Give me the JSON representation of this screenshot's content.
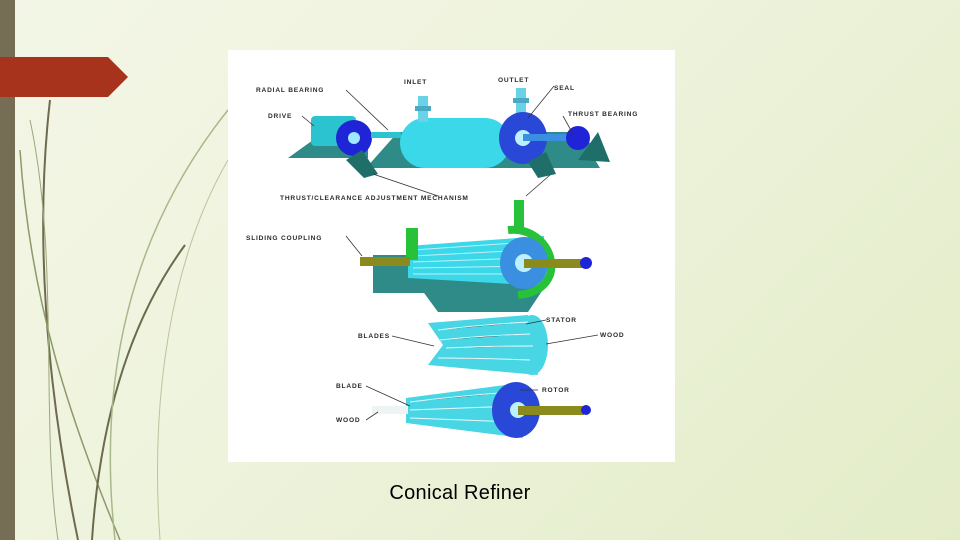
{
  "slide": {
    "accent_color": "#a8331c",
    "sidebar_color": "#766d55",
    "caption": "Conical Refiner"
  },
  "diagram": {
    "labels": {
      "radial_bearing": "RADIAL BEARING",
      "inlet": "INLET",
      "outlet": "OUTLET",
      "seal": "SEAL",
      "drive": "DRIVE",
      "thrust_bearing": "THRUST BEARING",
      "thrust_clearance": "THRUST/CLEARANCE ADJUSTMENT MECHANISM",
      "sliding_coupling": "SLIDING COUPLING",
      "stator": "STATOR",
      "blades": "BLADES",
      "wood_top": "WOOD",
      "blade": "BLADE",
      "rotor": "ROTOR",
      "wood_bottom": "WOOD"
    }
  }
}
